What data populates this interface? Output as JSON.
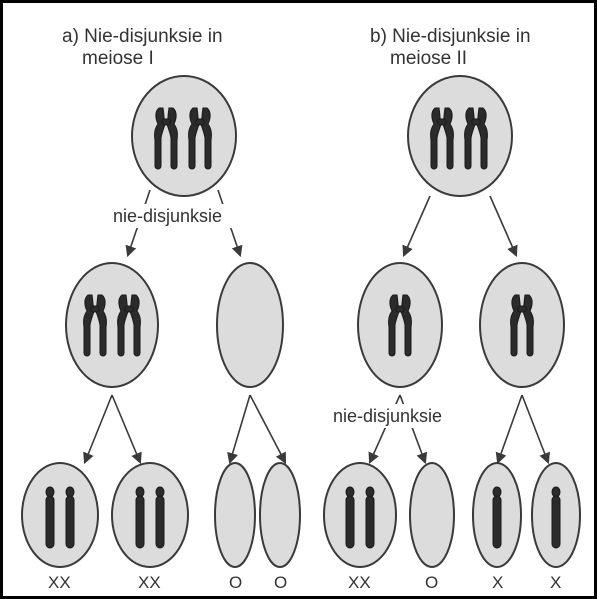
{
  "panel_a": {
    "title_line1": "a) Nie-disjunksie in",
    "title_line2": "meiose I",
    "nondisjunction_label": "nie-disjunksie",
    "gametes": [
      "XX",
      "XX",
      "O",
      "O"
    ]
  },
  "panel_b": {
    "title_line1": "b) Nie-disjunksie in",
    "title_line2": "meiose II",
    "nondisjunction_label": "nie-disjunksie",
    "gametes": [
      "XX",
      "O",
      "X",
      "X"
    ]
  },
  "colors": {
    "cell_fill": "#dcdcdc",
    "cell_stroke": "#3a3a3a",
    "chromosome": "#2b2b2b",
    "frame": "#000000",
    "text": "#333333"
  }
}
